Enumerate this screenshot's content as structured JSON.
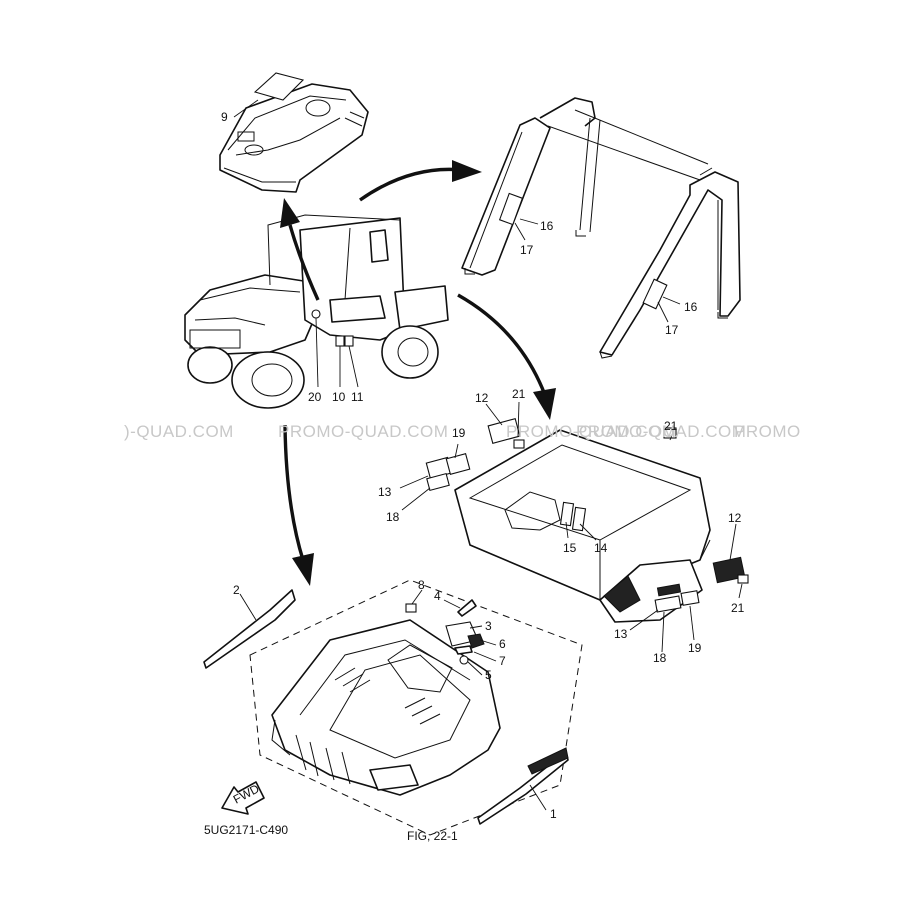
{
  "diagram": {
    "watermarks": [
      {
        "id": "wm1",
        "text": ")-QUAD.COM"
      },
      {
        "id": "wm2",
        "text": "PROMO-QUAD.COM"
      },
      {
        "id": "wm3",
        "text": "PROMO-QUAD.COM"
      },
      {
        "id": "wm4",
        "text": "PROMO-QUAD.COM"
      },
      {
        "id": "wm5",
        "text": "PROMO"
      }
    ],
    "part_labels": [
      {
        "id": "p1",
        "text": "1"
      },
      {
        "id": "p2",
        "text": "2"
      },
      {
        "id": "p3",
        "text": "3"
      },
      {
        "id": "p4",
        "text": "4"
      },
      {
        "id": "p5",
        "text": "5"
      },
      {
        "id": "p6",
        "text": "6"
      },
      {
        "id": "p7",
        "text": "7"
      },
      {
        "id": "p8",
        "text": "8"
      },
      {
        "id": "p9",
        "text": "9"
      },
      {
        "id": "p10",
        "text": "10"
      },
      {
        "id": "p11",
        "text": "11"
      },
      {
        "id": "p12a",
        "text": "12"
      },
      {
        "id": "p12b",
        "text": "12"
      },
      {
        "id": "p13a",
        "text": "13"
      },
      {
        "id": "p13b",
        "text": "13"
      },
      {
        "id": "p14",
        "text": "14"
      },
      {
        "id": "p15",
        "text": "15"
      },
      {
        "id": "p16a",
        "text": "16"
      },
      {
        "id": "p16b",
        "text": "16"
      },
      {
        "id": "p17a",
        "text": "17"
      },
      {
        "id": "p17b",
        "text": "17"
      },
      {
        "id": "p18a",
        "text": "18"
      },
      {
        "id": "p18b",
        "text": "18"
      },
      {
        "id": "p19a",
        "text": "19"
      },
      {
        "id": "p19b",
        "text": "19"
      },
      {
        "id": "p20",
        "text": "20"
      },
      {
        "id": "p21a",
        "text": "21"
      },
      {
        "id": "p21b",
        "text": "21"
      },
      {
        "id": "p21c",
        "text": "21"
      }
    ],
    "fwd_label": "FWD",
    "fig_ref": "FIG, 22-1",
    "drawing_code": "5UG2171-C490"
  }
}
